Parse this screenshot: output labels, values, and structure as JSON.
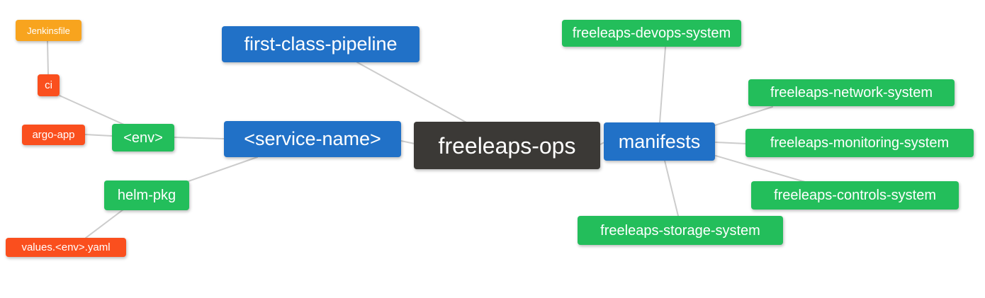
{
  "diagram": {
    "type": "mindmap",
    "root_label": "freeleaps-ops"
  },
  "palette": {
    "root": "#3B3936",
    "branch": "#2171C7",
    "leaf": "#23BE5B",
    "subleaf": "#FA4F1E",
    "subsubleaf": "#F8A41E",
    "edge": "#CCCCCC",
    "text": "#FFFFFF",
    "background": "#FFFFFF"
  },
  "nodes": [
    {
      "id": "freeleaps-ops",
      "label": "freeleaps-ops",
      "level": 0,
      "category": "root"
    },
    {
      "id": "first-class-pipeline",
      "label": "first-class-pipeline",
      "level": 1,
      "category": "branch"
    },
    {
      "id": "service-name",
      "label": "<service-name>",
      "level": 1,
      "category": "branch"
    },
    {
      "id": "manifests",
      "label": "manifests",
      "level": 1,
      "category": "branch"
    },
    {
      "id": "env",
      "label": "<env>",
      "level": 2,
      "category": "leaf"
    },
    {
      "id": "helm-pkg",
      "label": "helm-pkg",
      "level": 2,
      "category": "leaf"
    },
    {
      "id": "freeleaps-devops-system",
      "label": "freeleaps-devops-system",
      "level": 2,
      "category": "leaf"
    },
    {
      "id": "freeleaps-network-system",
      "label": "freeleaps-network-system",
      "level": 2,
      "category": "leaf"
    },
    {
      "id": "freeleaps-monitoring-system",
      "label": "freeleaps-monitoring-system",
      "level": 2,
      "category": "leaf"
    },
    {
      "id": "freeleaps-controls-system",
      "label": "freeleaps-controls-system",
      "level": 2,
      "category": "leaf"
    },
    {
      "id": "freeleaps-storage-system",
      "label": "freeleaps-storage-system",
      "level": 2,
      "category": "leaf"
    },
    {
      "id": "ci",
      "label": "ci",
      "level": 3,
      "category": "subleaf"
    },
    {
      "id": "argo-app",
      "label": "argo-app",
      "level": 3,
      "category": "subleaf"
    },
    {
      "id": "values-env-yaml",
      "label": "values.<env>.yaml",
      "level": 3,
      "category": "subleaf"
    },
    {
      "id": "jenkinsfile",
      "label": "Jenkinsfile",
      "level": 4,
      "category": "subsubleaf"
    }
  ],
  "edges": [
    {
      "from": "jenkinsfile",
      "to": "ci"
    },
    {
      "from": "ci",
      "to": "env"
    },
    {
      "from": "argo-app",
      "to": "env"
    },
    {
      "from": "env",
      "to": "service-name"
    },
    {
      "from": "helm-pkg",
      "to": "service-name"
    },
    {
      "from": "values-env-yaml",
      "to": "helm-pkg"
    },
    {
      "from": "service-name",
      "to": "freeleaps-ops"
    },
    {
      "from": "first-class-pipeline",
      "to": "freeleaps-ops"
    },
    {
      "from": "freeleaps-ops",
      "to": "manifests"
    },
    {
      "from": "manifests",
      "to": "freeleaps-devops-system"
    },
    {
      "from": "manifests",
      "to": "freeleaps-network-system"
    },
    {
      "from": "manifests",
      "to": "freeleaps-monitoring-system"
    },
    {
      "from": "manifests",
      "to": "freeleaps-controls-system"
    },
    {
      "from": "manifests",
      "to": "freeleaps-storage-system"
    }
  ]
}
